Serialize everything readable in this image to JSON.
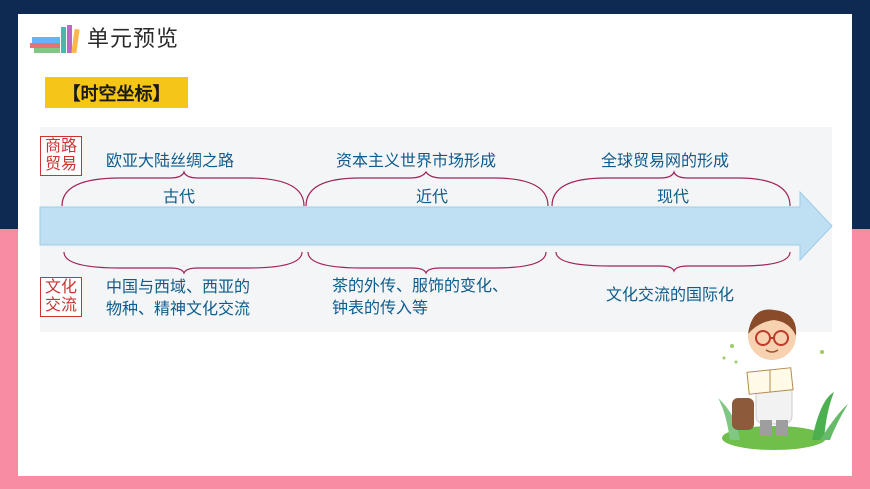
{
  "header": {
    "title": "单元预览",
    "tag": "【时空坐标】"
  },
  "rows": {
    "trade_label": "商路\n贸易",
    "culture_label": "文化\n交流"
  },
  "periods": [
    {
      "era": "古代",
      "trade": "欧亚大陆丝绸之路",
      "culture": "中国与西域、西亚的\n物种、精神文化交流"
    },
    {
      "era": "近代",
      "trade": "资本主义世界市场形成",
      "culture": "茶的外传、服饰的变化、\n钟表的传入等"
    },
    {
      "era": "现代",
      "trade": "全球贸易网的形成",
      "culture": "文化交流的国际化"
    }
  ],
  "colors": {
    "accent": "#f5c518",
    "text": "#0d5c8c",
    "arrow": "#bfe0f3",
    "border": "#cc3333",
    "pink": "#f78ca3",
    "navy": "#0e2a52"
  },
  "icons": {
    "header": "books-icon",
    "illustration": "boy-reading-illustration"
  }
}
